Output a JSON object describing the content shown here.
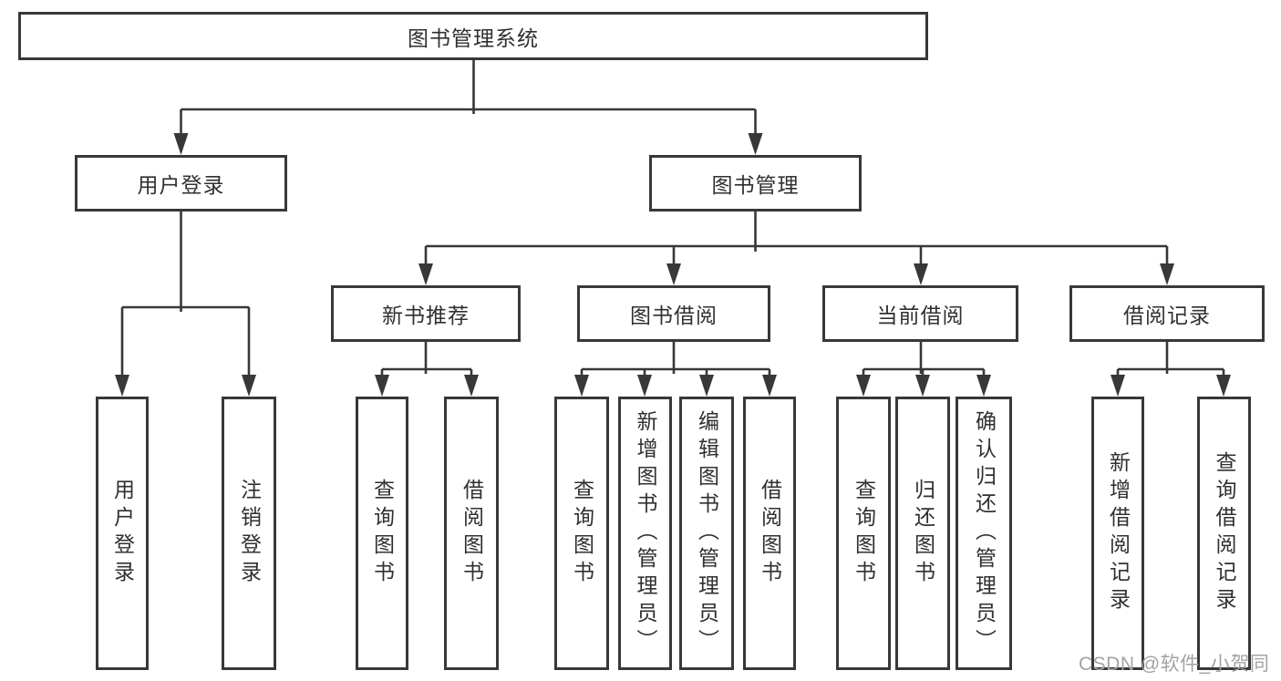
{
  "diagram": {
    "type": "hierarchy-tree",
    "tree": {
      "label": "图书管理系统",
      "children": [
        {
          "label": "用户登录",
          "children": [
            {
              "label": "用户登录"
            },
            {
              "label": "注销登录"
            }
          ]
        },
        {
          "label": "图书管理",
          "children": [
            {
              "label": "新书推荐",
              "children": [
                {
                  "label": "查询图书"
                },
                {
                  "label": "借阅图书"
                }
              ]
            },
            {
              "label": "图书借阅",
              "children": [
                {
                  "label": "查询图书"
                },
                {
                  "label": "新增图书（管理员）"
                },
                {
                  "label": "编辑图书（管理员）"
                },
                {
                  "label": "借阅图书"
                }
              ]
            },
            {
              "label": "当前借阅",
              "children": [
                {
                  "label": "查询图书"
                },
                {
                  "label": "归还图书"
                },
                {
                  "label": "确认归还（管理员）"
                }
              ]
            },
            {
              "label": "借阅记录",
              "children": [
                {
                  "label": "新增借阅记录"
                },
                {
                  "label": "查询借阅记录"
                }
              ]
            }
          ]
        }
      ]
    }
  },
  "watermark": {
    "text": "CSDN @软件_小贺同学"
  },
  "colors": {
    "line": "#383838",
    "text": "#303030",
    "watermark": "#a3a3a3",
    "background": "#ffffff"
  }
}
